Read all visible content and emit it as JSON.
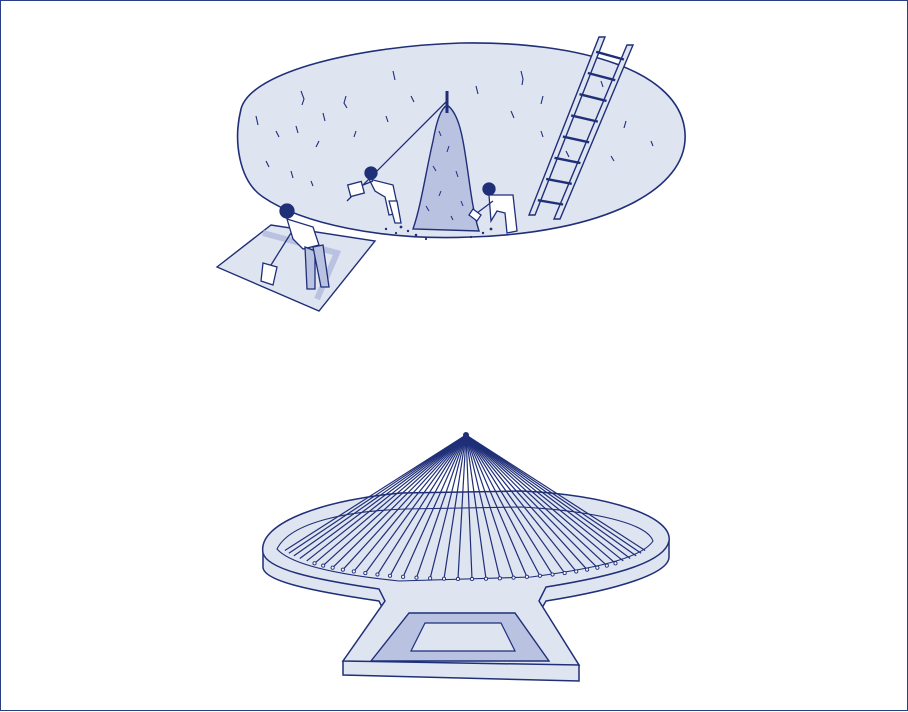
{
  "colors": {
    "ink": "#1f2f78",
    "fill": "#dfe4f1",
    "fill_dark": "#b9c2e0",
    "frame": "#2b3f86",
    "background": "#ffffff"
  },
  "figures": {
    "pit_excavation": {
      "illustration": "figure-top",
      "workers": 3,
      "ladder_rungs": 8
    },
    "fan_structure": {
      "illustration": "figure-bottom",
      "spokes": 36
    }
  }
}
